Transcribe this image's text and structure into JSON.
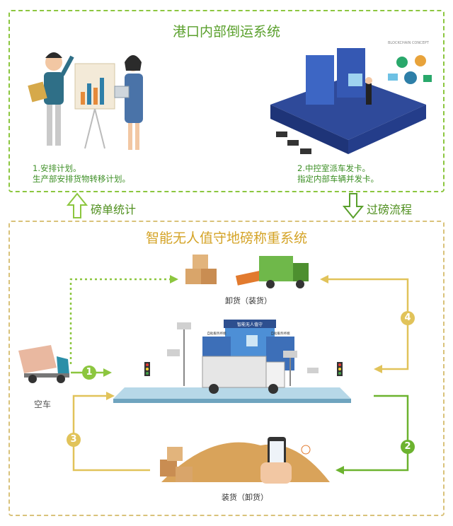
{
  "top_panel": {
    "title": "港口内部倒运系统",
    "step1_line1": "1.安排计划。",
    "step1_line2": "生产部安排货物转移计划。",
    "step2_line1": "2.中控室派车发卡。",
    "step2_line2": "指定内部车辆并发卡。",
    "blockchain_text": "BLOCKCHAIN CONCEPT"
  },
  "left_arrow_label": "磅单统计",
  "right_arrow_label": "过磅流程",
  "bottom_panel": {
    "title": "智能无人值守地磅称重系统",
    "unload_caption": "卸货（装货）",
    "load_caption": "装货（卸货）",
    "empty_truck_caption": "空车",
    "building_sign": "智能无人值守",
    "terminal_left": "自助服务终端",
    "terminal_right": "自助服务终端",
    "steps": [
      "1",
      "2",
      "3",
      "4"
    ]
  },
  "colors": {
    "green": "#8cc63f",
    "yellow": "#d9c27a",
    "accent_green": "#5aa02c"
  }
}
